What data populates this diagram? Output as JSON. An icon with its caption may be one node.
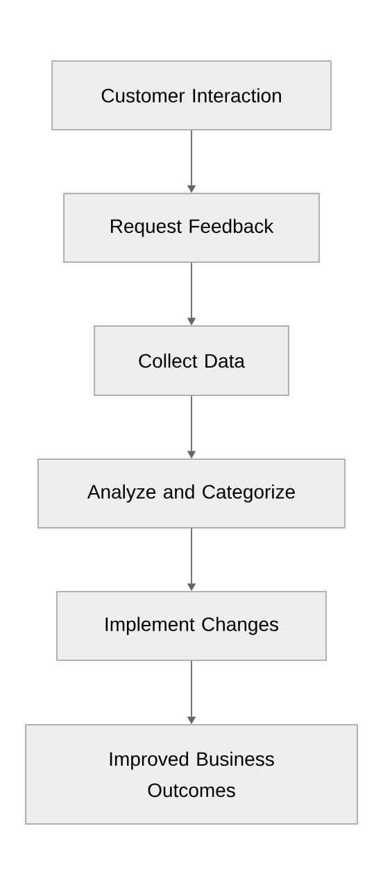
{
  "diagram": {
    "nodes": [
      {
        "text": [
          "Customer Interaction"
        ]
      },
      {
        "text": [
          "Request Feedback"
        ]
      },
      {
        "text": [
          "Collect Data"
        ]
      },
      {
        "text": [
          "Analyze and Categorize"
        ]
      },
      {
        "text": [
          "Implement Changes"
        ]
      },
      {
        "text": [
          "Improved Business Outcomes"
        ]
      }
    ],
    "edges": [
      {
        "from": 0,
        "to": 1,
        "arrow": "to"
      },
      {
        "from": 1,
        "to": 2,
        "arrow": "to"
      },
      {
        "from": 2,
        "to": 3,
        "arrow": "to"
      },
      {
        "from": 3,
        "to": 4,
        "arrow": "to"
      },
      {
        "from": 4,
        "to": 5,
        "arrow": "to"
      }
    ]
  }
}
